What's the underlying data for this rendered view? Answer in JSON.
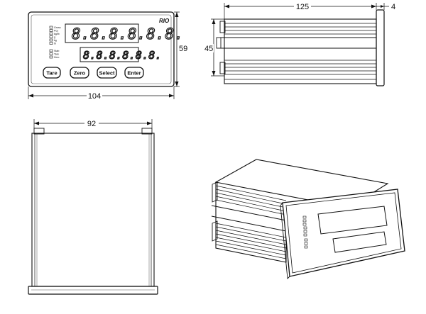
{
  "dimensions": {
    "front_width": "104",
    "front_height": "59",
    "side_depth": "125",
    "side_bezel": "4",
    "side_height": "45",
    "top_width": "92"
  },
  "front_panel": {
    "brand": "RIO",
    "display_top": "8.8.8.8.8.8.",
    "display_bottom": "8.8.8.8.8.8.",
    "indicator_labels_top": [
      "Gross",
      "Pcs",
      "kg/lb",
      "g",
      "kg",
      "lb"
    ],
    "indicator_labels_bottom": [
      "Stab",
      "Tare",
      "Zero"
    ],
    "buttons": [
      "Tare",
      "Zero",
      "Select",
      "Enter"
    ]
  }
}
